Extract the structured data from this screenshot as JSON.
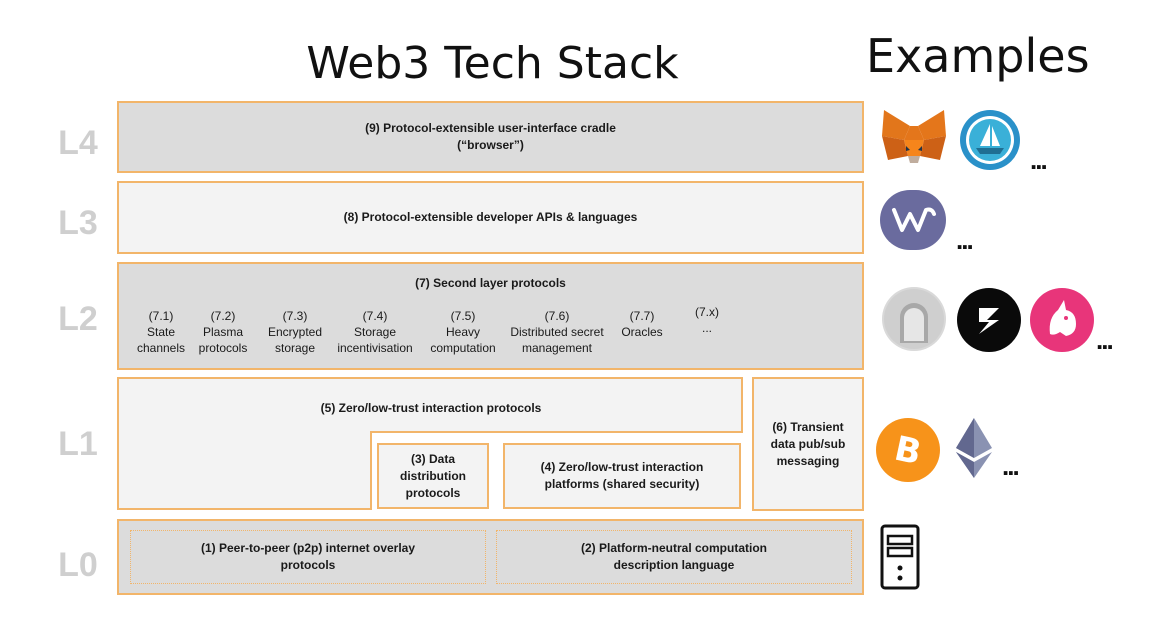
{
  "header": {
    "title": "Web3 Tech Stack",
    "examples_title": "Examples"
  },
  "layers": {
    "l4": {
      "label": "L4",
      "box1": "(9) Protocol-extensible user-interface cradle",
      "box2": "(“browser”)"
    },
    "l3": {
      "label": "L3",
      "box": "(8) Protocol-extensible developer APIs & languages"
    },
    "l2": {
      "label": "L2",
      "title": "(7) Second layer protocols",
      "items": [
        {
          "num": "(7.1)",
          "line1": "State",
          "line2": "channels"
        },
        {
          "num": "(7.2)",
          "line1": "Plasma",
          "line2": "protocols"
        },
        {
          "num": "(7.3)",
          "line1": "Encrypted",
          "line2": "storage"
        },
        {
          "num": "(7.4)",
          "line1": "Storage",
          "line2": "incentivisation"
        },
        {
          "num": "(7.5)",
          "line1": "Heavy",
          "line2": "computation"
        },
        {
          "num": "(7.6)",
          "line1": "Distributed secret",
          "line2": "management"
        },
        {
          "num": "(7.7)",
          "line1": "Oracles",
          "line2": ""
        },
        {
          "num": "(7.x)",
          "line1": "...",
          "line2": ""
        }
      ]
    },
    "l1": {
      "label": "L1",
      "main": "(5) Zero/low-trust interaction protocols",
      "data_dist": [
        "(3) Data",
        "distribution",
        "protocols"
      ],
      "platforms": [
        "(4) Zero/low-trust interaction",
        "platforms (shared security)"
      ],
      "transient": [
        "(6) Transient",
        "data pub/sub",
        "messaging"
      ]
    },
    "l0": {
      "label": "L0",
      "p2p": [
        "(1) Peer-to-peer (p2p) internet overlay",
        "protocols"
      ],
      "compute": [
        "(2) Platform-neutral computation",
        "description language"
      ]
    }
  },
  "examples": {
    "ellipsis": "...",
    "l4_icons": [
      "metamask-fox-icon",
      "opensea-ship-icon"
    ],
    "l3_icons": [
      "web3-api-icon"
    ],
    "l2_icons": [
      "arch-protocol-icon",
      "lightning-bolt-icon",
      "unicorn-icon"
    ],
    "l1_icons": [
      "bitcoin-icon",
      "ethereum-icon"
    ],
    "l0_icons": [
      "server-tower-icon"
    ]
  },
  "colors": {
    "border": "#f2b56a",
    "dark_fill": "#dcdcdc",
    "light_fill": "#f3f3f3",
    "layer_label": "#cfcfcf",
    "bitcoin": "#f7931a",
    "unicorn": "#e8357a",
    "web3_api": "#6a6b9e"
  }
}
